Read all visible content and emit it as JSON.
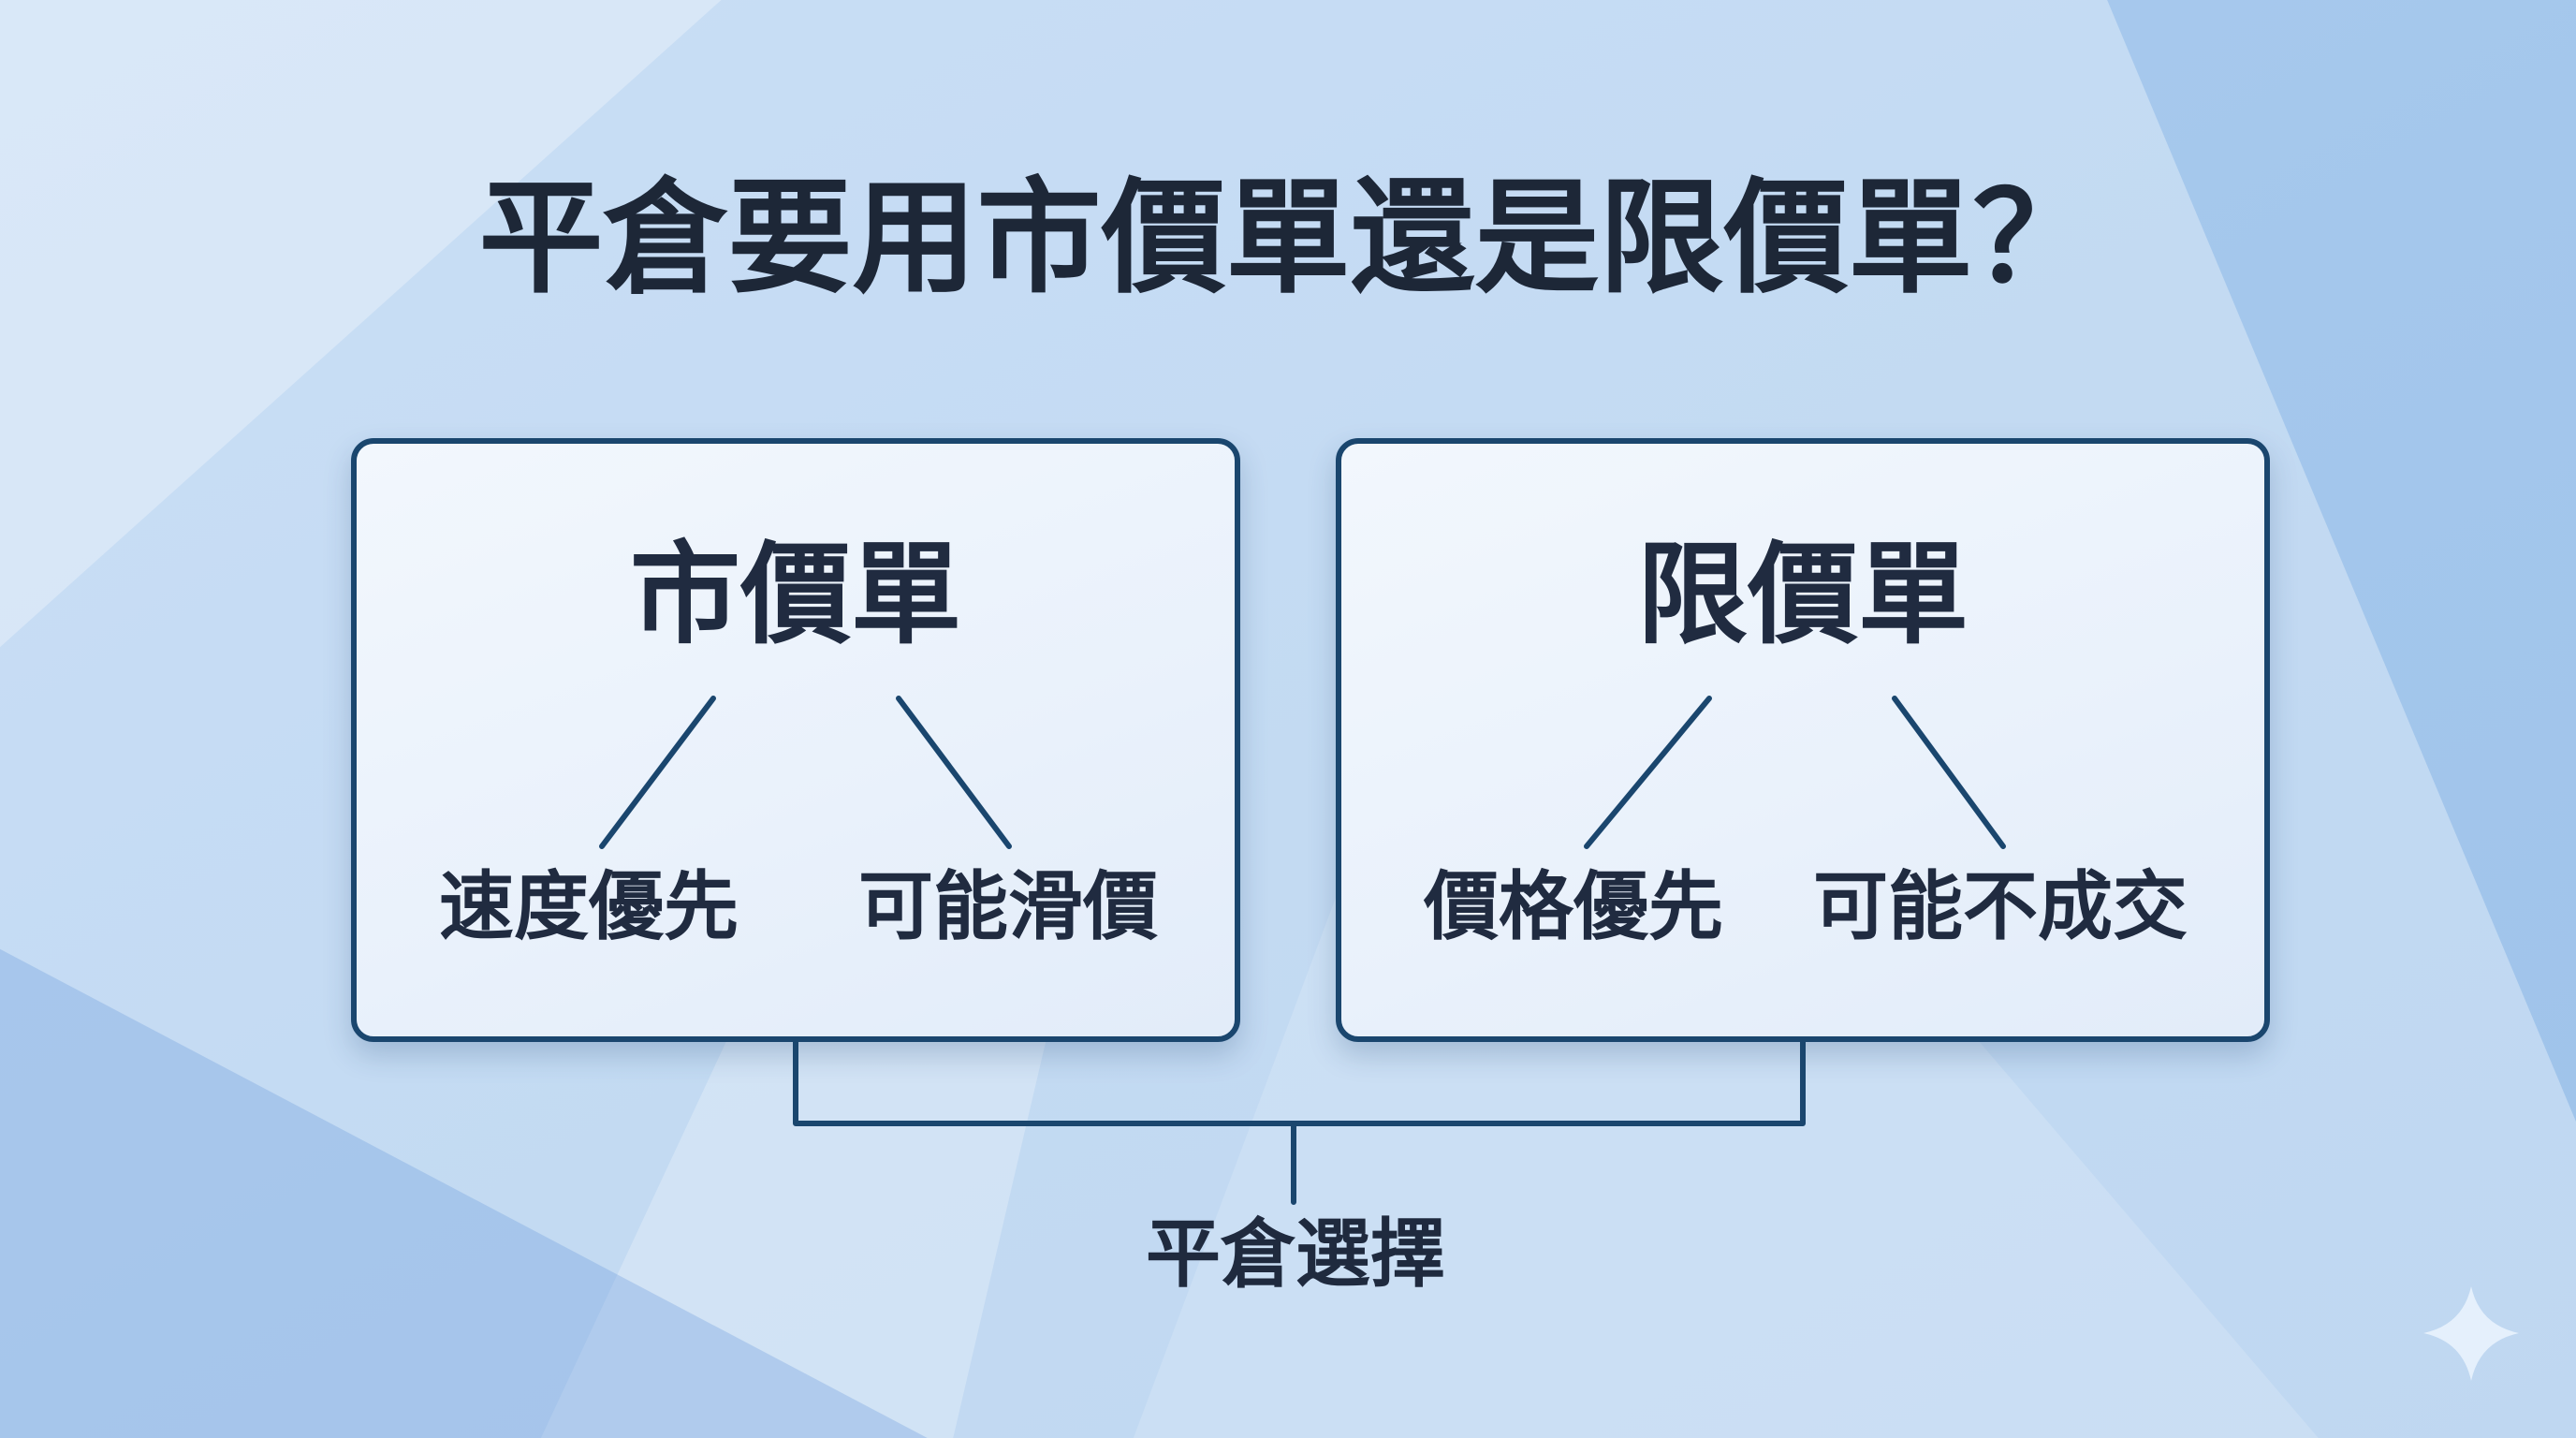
{
  "page_title": "平倉要用市價單還是限價單？",
  "diagram": {
    "boxes": [
      {
        "title": "市價單",
        "branches": [
          "速度優先",
          "可能滑價"
        ]
      },
      {
        "title": "限價單",
        "branches": [
          "價格優先",
          "可能不成交"
        ]
      }
    ],
    "root_label": "平倉選擇"
  },
  "colors": {
    "background_base": "#a4c7ec",
    "card_fill": "#edf4fc",
    "card_border": "#1a466e",
    "connector_line": "#1a466e",
    "text": "#1f2a3e"
  },
  "icons": {
    "sparkle": "four-point-star-sparkle"
  }
}
